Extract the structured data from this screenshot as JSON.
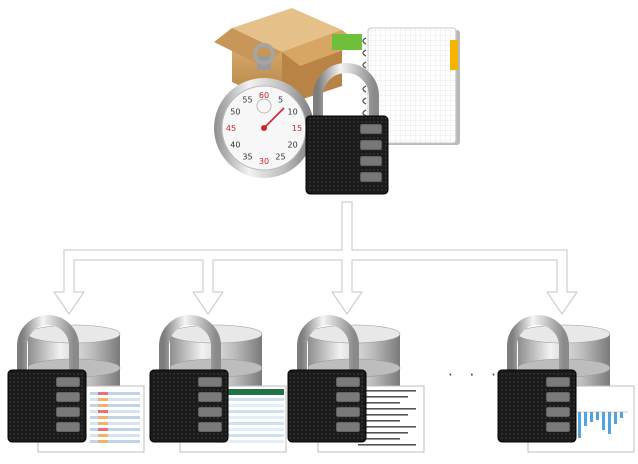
{
  "diagram": {
    "root": {
      "icons": [
        "cardboard-box-icon",
        "notebook-icon",
        "stopwatch-icon",
        "padlock-icon"
      ]
    },
    "children": [
      {
        "icons": [
          "database-icon",
          "combination-lock-icon",
          "spreadsheet-icon"
        ]
      },
      {
        "icons": [
          "database-icon",
          "combination-lock-icon",
          "excel-sheet-icon"
        ]
      },
      {
        "icons": [
          "database-icon",
          "combination-lock-icon",
          "text-document-icon"
        ]
      },
      {
        "icons": [
          "database-icon",
          "combination-lock-icon",
          "bar-chart-icon"
        ]
      }
    ],
    "ellipsis": "· · ·",
    "stopwatch_numbers": [
      "60",
      "5",
      "10",
      "15",
      "20",
      "25",
      "30",
      "35",
      "40",
      "45",
      "50",
      "55"
    ],
    "colors": {
      "arrow_fill": "#ffffff",
      "arrow_stroke": "#cfcfcf",
      "lock_body": "#1c1c1c",
      "database_silver": "#c9c9c9",
      "box_brown": "#c79a5b",
      "stopwatch_red": "#d2232a"
    }
  }
}
